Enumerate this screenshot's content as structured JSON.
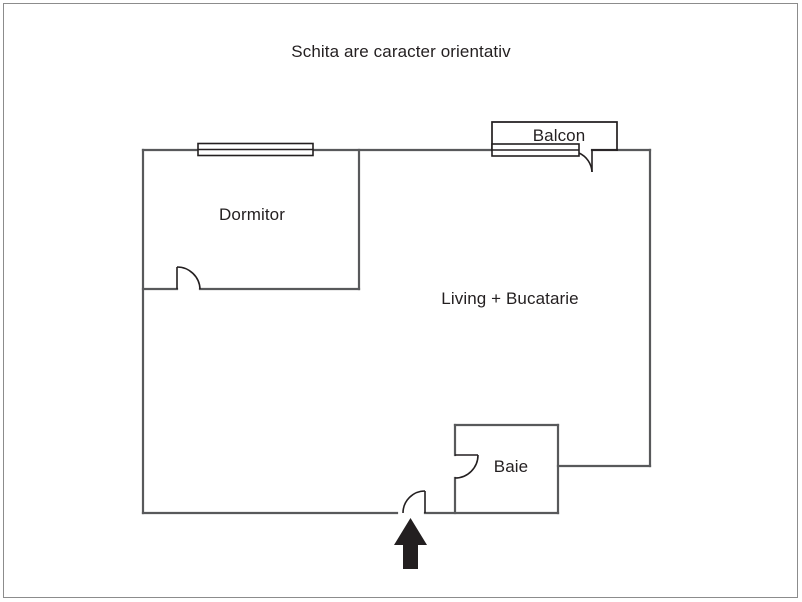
{
  "plan": {
    "title": "Schita are caracter orientativ",
    "rooms": [
      {
        "id": "dormitor",
        "label": "Dormitor"
      },
      {
        "id": "living",
        "label": "Living + Bucatarie"
      },
      {
        "id": "balcon",
        "label": "Balcon"
      },
      {
        "id": "baie",
        "label": "Baie"
      }
    ],
    "features": {
      "entrance_arrow": "entrance-arrow",
      "dormitor_window": "window-symbol",
      "balcon_window": "window-symbol",
      "dormitor_door": "door-swing-symbol",
      "balcon_door": "door-swing-symbol",
      "baie_door": "door-swing-symbol",
      "entrance_door": "door-swing-symbol"
    },
    "colors": {
      "wall": "#58595b",
      "wall_dark": "#231f20",
      "frame": "#8c8c8c",
      "text": "#231f20",
      "background": "#ffffff",
      "arrow": "#231f20"
    }
  }
}
